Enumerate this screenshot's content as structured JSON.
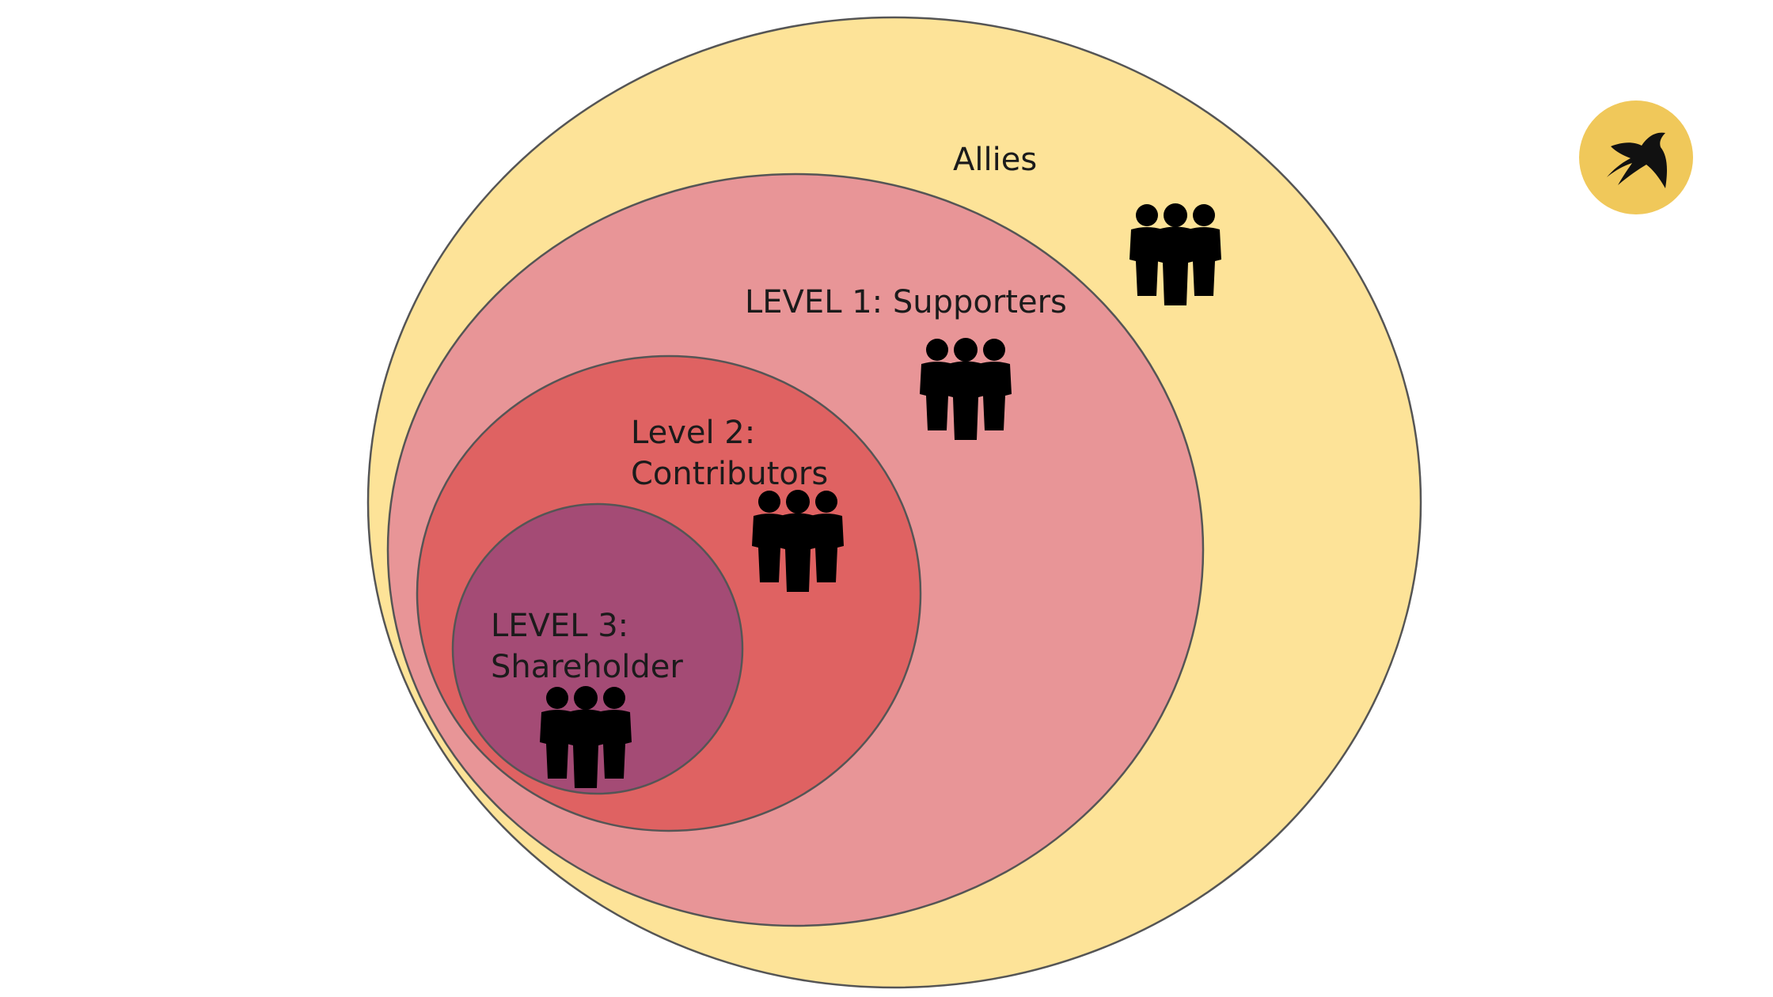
{
  "diagram": {
    "rings": [
      {
        "key": "allies",
        "lines": [
          "Allies"
        ],
        "color": "#fde398"
      },
      {
        "key": "level1",
        "lines": [
          "LEVEL 1: Supporters"
        ],
        "color": "#e89597"
      },
      {
        "key": "level2",
        "lines": [
          "Level 2:",
          "Contributors"
        ],
        "color": "#df6262"
      },
      {
        "key": "level3",
        "lines": [
          "LEVEL 3:",
          "Shareholder"
        ],
        "color": "#a44b75"
      }
    ],
    "outline_color": "#555555",
    "people_icon": "group-of-people-icon",
    "people_color": "#000000"
  },
  "logo": {
    "icon": "swallow-bird-icon",
    "badge_color": "#f0c85a",
    "bird_color": "#111111"
  }
}
